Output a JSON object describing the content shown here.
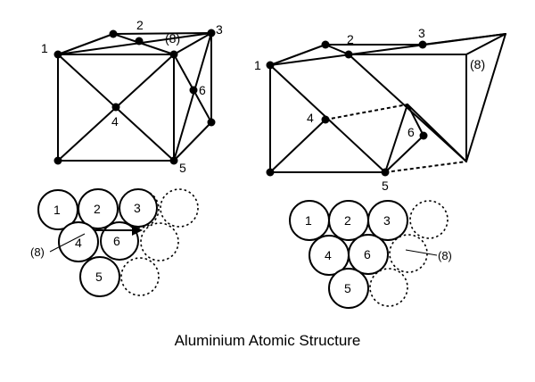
{
  "caption": "Aluminium Atomic Structure",
  "left_cube": {
    "labels": {
      "n1": "1",
      "n2": "2",
      "n3": "3",
      "n4": "4",
      "n5": "5",
      "n6": "6",
      "n8": "(8)"
    }
  },
  "right_cube": {
    "labels": {
      "n1": "1",
      "n2": "2",
      "n3": "3",
      "n4": "4",
      "n5": "5",
      "n6": "6",
      "n8": "(8)"
    }
  },
  "left_atoms": {
    "labels": {
      "a1": "1",
      "a2": "2",
      "a3": "3",
      "a4": "4",
      "a5": "5",
      "a6": "6",
      "a8": "(8)"
    }
  },
  "right_atoms": {
    "labels": {
      "a1": "1",
      "a2": "2",
      "a3": "3",
      "a4": "4",
      "a5": "5",
      "a6": "6",
      "a8": "(8)"
    }
  }
}
